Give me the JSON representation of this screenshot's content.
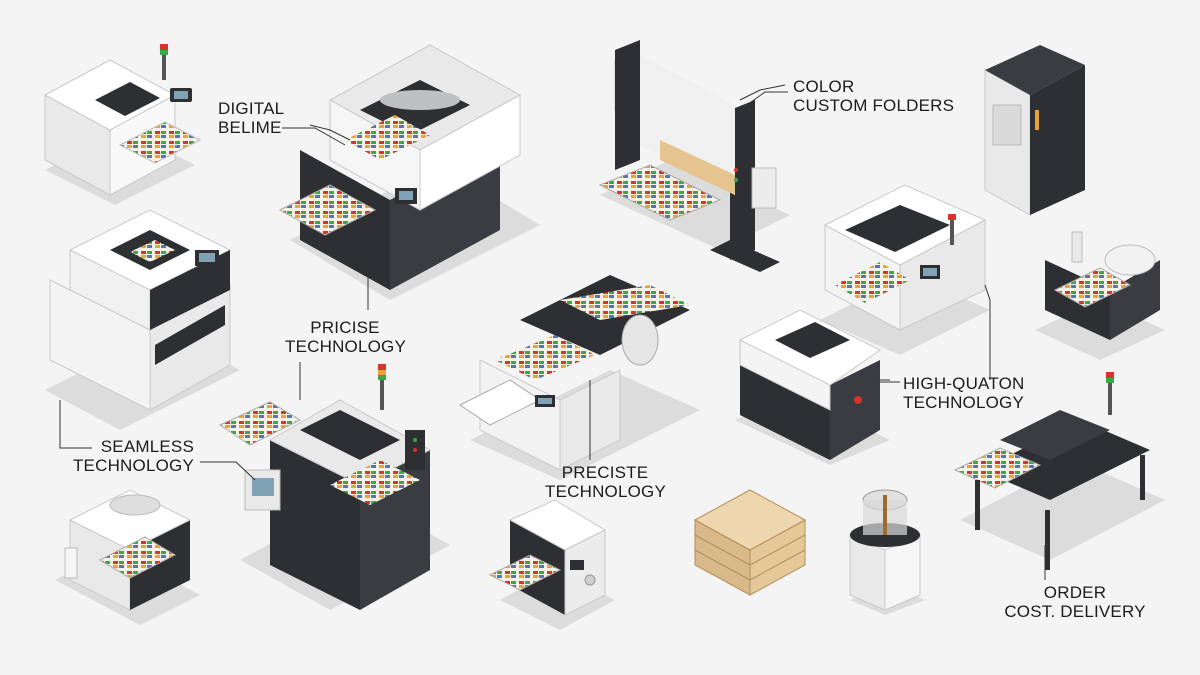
{
  "labels": {
    "digital_belime": {
      "line1": "DIGITAL",
      "line2": "BELIME"
    },
    "color_custom_folders": {
      "line1": "COLOR",
      "line2": "CUSTOM FOLDERS"
    },
    "pricise_technology": {
      "line1": "PRICISE",
      "line2": "TECHNOLOGY"
    },
    "seamless_technology": {
      "line1": "SEAMLESS",
      "line2": "TECHNOLOGY"
    },
    "high_quaton_technology": {
      "line1": "HIGH-QUATON",
      "line2": "TECHNOLOGY"
    },
    "preciste_technology": {
      "line1": "PRECISTE",
      "line2": "TECHNOLOGY"
    },
    "order_cost_delivery": {
      "line1": "ORDER",
      "line2": "COST. DELIVERY"
    }
  },
  "colors": {
    "background": "#f4f4f4",
    "machine_body": "#e9e9ea",
    "machine_dark": "#2d2f33",
    "shadow": "#dcdcdc",
    "screen": "#7fa3b5",
    "accent_red": "#d8342a",
    "accent_green": "#3aa845",
    "accent_orange": "#e8a23a",
    "wood": "#d9b98a",
    "label_text": "#1c1c1c"
  },
  "icons": [
    "small-desktop-printer-icon",
    "digital-press-icon",
    "wide-format-roller-icon",
    "server-cabinet-icon",
    "laser-printer-icon",
    "uv-flatbed-printer-icon",
    "compact-roll-printer-icon",
    "cutting-plotter-icon",
    "large-format-laminator-icon",
    "production-press-icon",
    "folder-machine-icon",
    "roll-to-roll-printer-icon",
    "label-printer-icon",
    "desktop-inkjet-icon",
    "wood-pallet-icon",
    "cylinder-press-icon",
    "conveyor-printer-icon"
  ]
}
